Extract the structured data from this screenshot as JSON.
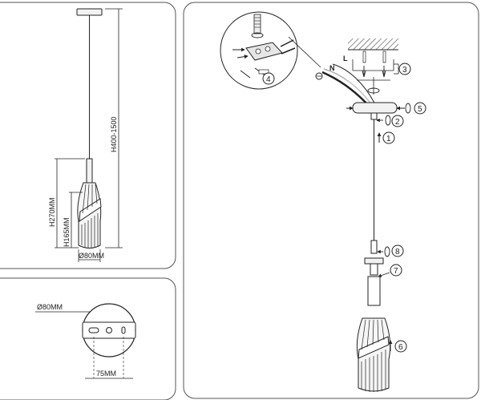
{
  "dimensions": {
    "total_height": "H400-1500",
    "fixture_height": "H270MM",
    "shade_height": "H165MM",
    "shade_diameter": "Ø80MM",
    "canopy_diameter": "Ø80MM",
    "mount_spacing": "75MM"
  },
  "wires": {
    "neutral": "N",
    "live": "L"
  },
  "steps": [
    "1",
    "2",
    "3",
    "4",
    "5",
    "6",
    "7",
    "8"
  ],
  "colors": {
    "stroke": "#222222",
    "panel_border": "#555555",
    "shade_fill": "#e6e6e6",
    "hatch": "#444444"
  }
}
